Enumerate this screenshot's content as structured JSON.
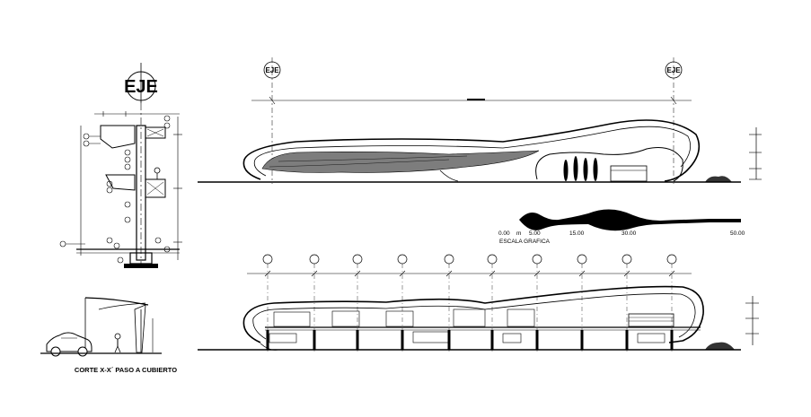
{
  "sheet": {
    "axis_tag_large": "EJE",
    "axis_tag_small": "EJE",
    "section_title": "CORTE X-X´ PASO A CUBIERTO",
    "scale_title": "ESCALA GRAFICA",
    "scale_ticks": [
      "0.00",
      "5.00",
      "15.00",
      "30.00",
      "50.00"
    ],
    "scale_unit": "m"
  }
}
